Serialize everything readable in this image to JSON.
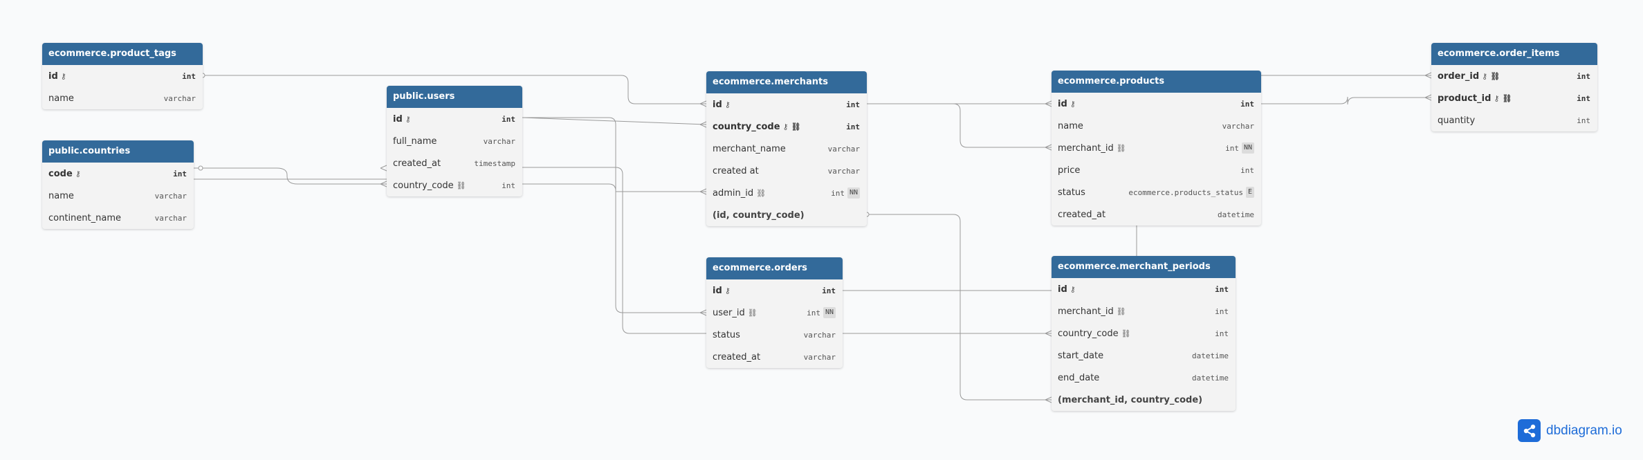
{
  "tables": [
    {
      "id": "product_tags",
      "title": "ecommerce.product_tags",
      "rows": [
        {
          "name": "id",
          "type": "int",
          "pk": true,
          "icons": [
            "key-icon"
          ]
        },
        {
          "name": "name",
          "type": "varchar"
        }
      ]
    },
    {
      "id": "countries",
      "title": "public.countries",
      "rows": [
        {
          "name": "code",
          "type": "int",
          "pk": true,
          "icons": [
            "key-icon"
          ]
        },
        {
          "name": "name",
          "type": "varchar"
        },
        {
          "name": "continent_name",
          "type": "varchar"
        }
      ]
    },
    {
      "id": "users",
      "title": "public.users",
      "rows": [
        {
          "name": "id",
          "type": "int",
          "pk": true,
          "icons": [
            "key-icon"
          ]
        },
        {
          "name": "full_name",
          "type": "varchar"
        },
        {
          "name": "created_at",
          "type": "timestamp"
        },
        {
          "name": "country_code",
          "type": "int",
          "icons": [
            "link-icon"
          ]
        }
      ]
    },
    {
      "id": "merchants",
      "title": "ecommerce.merchants",
      "rows": [
        {
          "name": "id",
          "type": "int",
          "pk": true,
          "icons": [
            "key-icon"
          ]
        },
        {
          "name": "country_code",
          "type": "int",
          "pk": true,
          "icons": [
            "key-icon",
            "link-icon"
          ]
        },
        {
          "name": "merchant_name",
          "type": "varchar"
        },
        {
          "name": "created at",
          "type": "varchar"
        },
        {
          "name": "admin_id",
          "type": "int",
          "icons": [
            "link-icon"
          ],
          "badge": "NN"
        },
        {
          "name": "(id, country_code)",
          "type": "",
          "index": true
        }
      ]
    },
    {
      "id": "orders",
      "title": "ecommerce.orders",
      "rows": [
        {
          "name": "id",
          "type": "int",
          "pk": true,
          "icons": [
            "key-icon"
          ]
        },
        {
          "name": "user_id",
          "type": "int",
          "icons": [
            "link-icon"
          ],
          "badge": "NN"
        },
        {
          "name": "status",
          "type": "varchar"
        },
        {
          "name": "created_at",
          "type": "varchar"
        }
      ]
    },
    {
      "id": "products",
      "title": "ecommerce.products",
      "rows": [
        {
          "name": "id",
          "type": "int",
          "pk": true,
          "icons": [
            "key-icon"
          ]
        },
        {
          "name": "name",
          "type": "varchar"
        },
        {
          "name": "merchant_id",
          "type": "int",
          "icons": [
            "link-icon"
          ],
          "badge": "NN"
        },
        {
          "name": "price",
          "type": "int"
        },
        {
          "name": "status",
          "type": "ecommerce.products_status",
          "badge": "E"
        },
        {
          "name": "created_at",
          "type": "datetime"
        }
      ]
    },
    {
      "id": "merchant_periods",
      "title": "ecommerce.merchant_periods",
      "rows": [
        {
          "name": "id",
          "type": "int",
          "pk": true,
          "icons": [
            "key-icon"
          ]
        },
        {
          "name": "merchant_id",
          "type": "int",
          "icons": [
            "link-icon"
          ]
        },
        {
          "name": "country_code",
          "type": "int",
          "icons": [
            "link-icon"
          ]
        },
        {
          "name": "start_date",
          "type": "datetime"
        },
        {
          "name": "end_date",
          "type": "datetime"
        },
        {
          "name": "(merchant_id, country_code)",
          "type": "",
          "index": true
        }
      ]
    },
    {
      "id": "order_items",
      "title": "ecommerce.order_items",
      "rows": [
        {
          "name": "order_id",
          "type": "int",
          "pk": true,
          "icons": [
            "key-icon",
            "link-icon"
          ]
        },
        {
          "name": "product_id",
          "type": "int",
          "pk": true,
          "icons": [
            "key-icon",
            "link-icon"
          ]
        },
        {
          "name": "quantity",
          "type": "int"
        }
      ]
    }
  ],
  "brand": {
    "name": "dbdiagram.io",
    "color": "#1e6cd8"
  },
  "colors": {
    "header": "#336a9a",
    "body": "#f3f3f3",
    "line": "#9a9a9a",
    "background": "#f9fafb"
  }
}
